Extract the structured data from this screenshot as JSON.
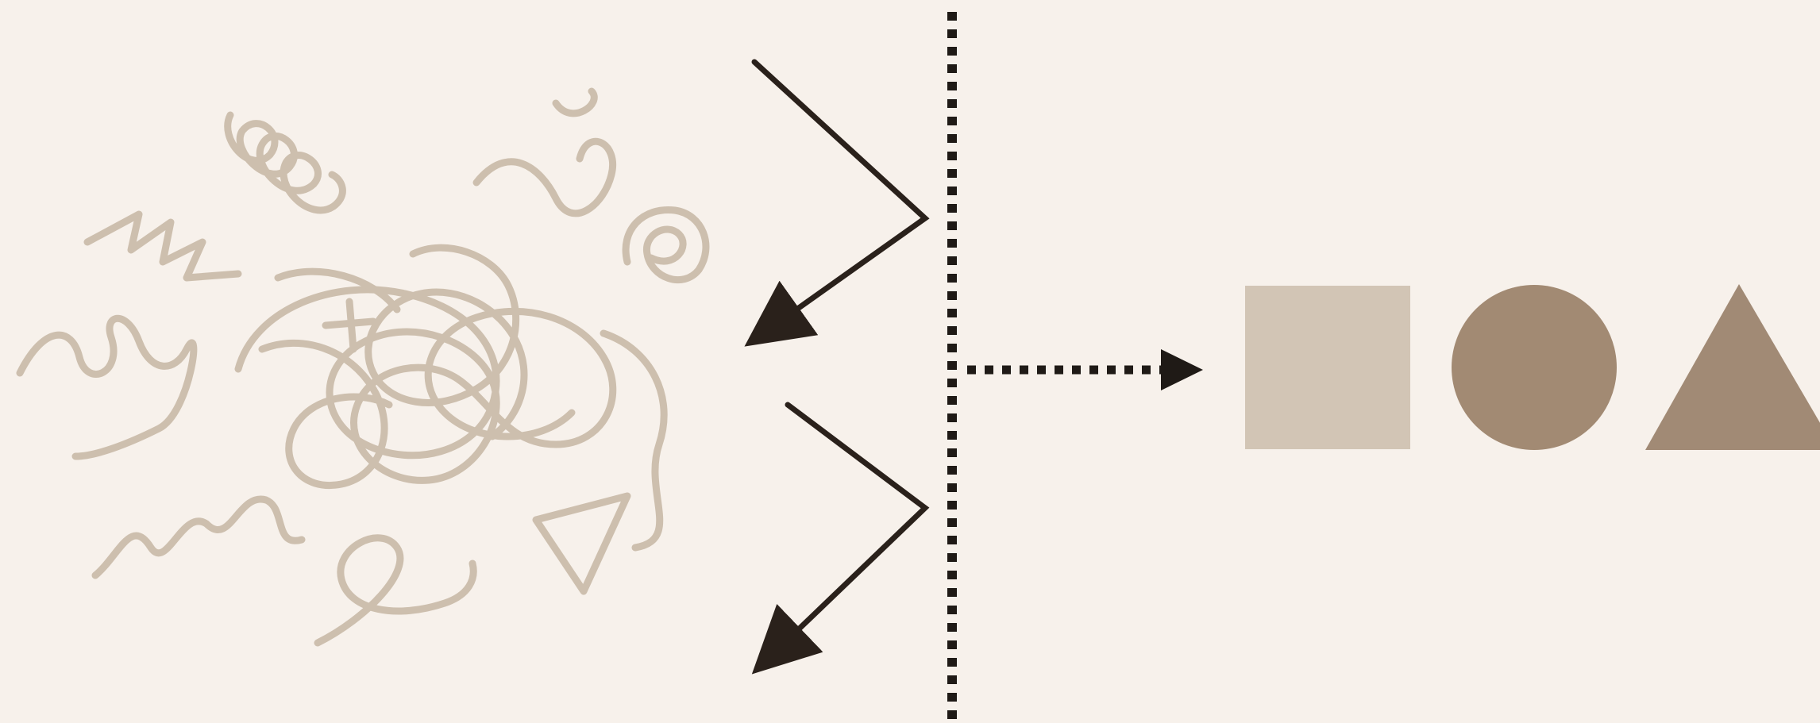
{
  "diagram": {
    "colors": {
      "background": "#f7f1eb",
      "scribble": "#cdbfae",
      "arrow": "#2a211b",
      "divider": "#1f1a16",
      "square": "#d2c5b5",
      "circle": "#a28a73",
      "triangle": "#a18a75"
    },
    "left_group": {
      "description_icon": "chaotic-scribble-icon"
    },
    "deflect_arrows": [
      {
        "name": "upper-deflect-arrow"
      },
      {
        "name": "lower-deflect-arrow"
      }
    ],
    "divider": {
      "style": "dotted"
    },
    "output_arrow": {
      "style": "dotted"
    },
    "shapes": [
      {
        "name": "square",
        "icon": "square-icon"
      },
      {
        "name": "circle",
        "icon": "circle-icon"
      },
      {
        "name": "triangle",
        "icon": "triangle-icon"
      }
    ]
  }
}
